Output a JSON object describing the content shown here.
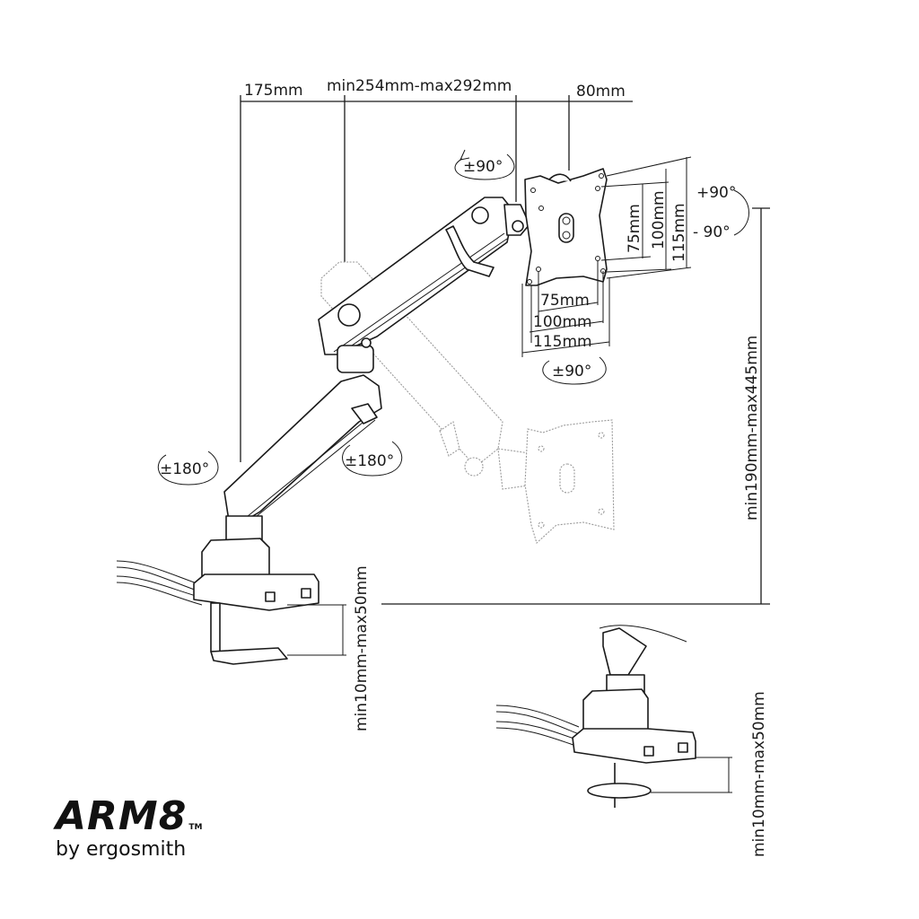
{
  "diagram": {
    "title": "Monitor arm dimension diagram",
    "reach_dimensions": {
      "base_to_pivot": "175mm",
      "arm_length": "min254mm-max292mm",
      "head_offset": "80mm"
    },
    "height_range": "min190mm-max445mm",
    "clamp_thickness_main": "min10mm-max50mm",
    "clamp_thickness_grommet": "min10mm-max50mm",
    "vesa": {
      "vertical": [
        "75mm",
        "100mm",
        "115mm"
      ],
      "horizontal": [
        "75mm",
        "100mm",
        "115mm"
      ]
    },
    "rotations": {
      "head_swivel": "±90°",
      "head_rotation": "±90°",
      "tilt_up": "+90°",
      "tilt_down": "- 90°",
      "base_swivel": "±180°",
      "elbow_swivel": "±180°"
    }
  },
  "brand": {
    "name": "ARM8",
    "trademark": "TM",
    "byline": "by ergosmith"
  }
}
